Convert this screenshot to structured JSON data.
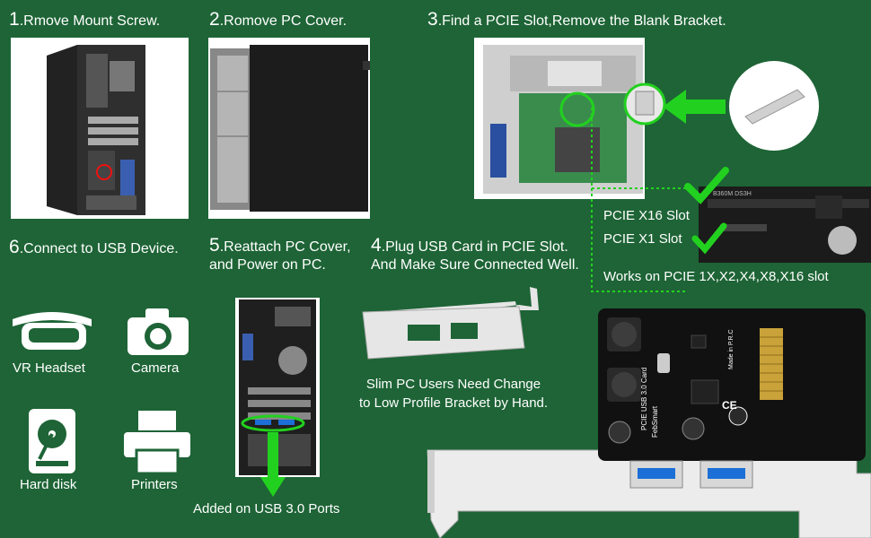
{
  "steps": [
    {
      "num": "1",
      "text": ".Rmove Mount Screw."
    },
    {
      "num": "2",
      "text": ".Romove PC Cover."
    },
    {
      "num": "3",
      "text": ".Find a PCIE Slot,Remove the Blank Bracket."
    },
    {
      "num": "4",
      "text": ".Plug USB Card in PCIE Slot.",
      "line2": "And Make Sure Connected Well."
    },
    {
      "num": "5",
      "text": ".Reattach PC Cover,",
      "line2": "and Power on PC."
    },
    {
      "num": "6",
      "text": ".Connect to USB Device."
    }
  ],
  "slot_labels": {
    "x16": "PCIE X16 Slot",
    "x1": "PCIE X1 Slot",
    "works_on": "Works on PCIE 1X,X2,X4,X8,X16 slot",
    "board_print": "B360M DS3H"
  },
  "devices": [
    {
      "label": "VR Headset",
      "icon": "vr-headset-icon"
    },
    {
      "label": "Camera",
      "icon": "camera-icon"
    },
    {
      "label": "Hard disk",
      "icon": "hard-disk-icon"
    },
    {
      "label": "Printers",
      "icon": "printer-icon"
    }
  ],
  "notes": {
    "slim_line1": "Slim PC Users Need Change",
    "slim_line2": "to Low Profile Bracket by Hand.",
    "ports": "Added on USB 3.0 Ports"
  },
  "card_print": {
    "model": "PCIE USB 3.0 Card",
    "brand": "FebSmart",
    "origin": "Made in P.R.C",
    "ce": "CE"
  },
  "colors": {
    "background": "#1e6436",
    "accent_green": "#22d11f",
    "text": "#ffffff",
    "pcb": "#111111",
    "bracket": "#e6e6e6",
    "usb_blue": "#1c6fd6"
  }
}
